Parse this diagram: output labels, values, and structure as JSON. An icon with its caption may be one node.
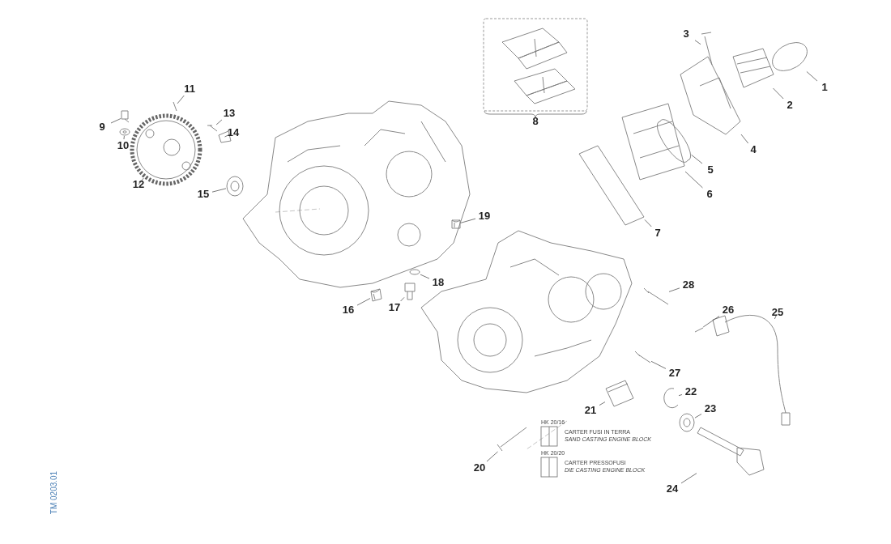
{
  "diagram": {
    "nodes": [
      {
        "text": [
          "1"
        ]
      },
      {
        "text": [
          "2"
        ]
      },
      {
        "text": [
          "3"
        ]
      },
      {
        "text": [
          "4"
        ]
      },
      {
        "text": [
          "5"
        ]
      },
      {
        "text": [
          "6"
        ]
      },
      {
        "text": [
          "7"
        ]
      },
      {
        "text": [
          "9"
        ]
      },
      {
        "text": [
          "10"
        ]
      },
      {
        "text": [
          "11"
        ]
      },
      {
        "text": [
          "12"
        ]
      },
      {
        "text": [
          "13"
        ]
      },
      {
        "text": [
          "14"
        ]
      },
      {
        "text": [
          "15"
        ]
      },
      {
        "text": [
          "16"
        ]
      },
      {
        "text": [
          "17"
        ]
      },
      {
        "text": [
          "18"
        ]
      },
      {
        "text": [
          "19"
        ]
      },
      {
        "text": [
          "20"
        ]
      },
      {
        "text": [
          "21"
        ]
      },
      {
        "text": [
          "22"
        ]
      },
      {
        "text": [
          "23"
        ]
      },
      {
        "text": [
          "24"
        ]
      },
      {
        "text": [
          "25"
        ]
      },
      {
        "text": [
          "26"
        ]
      },
      {
        "text": [
          "27"
        ]
      },
      {
        "text": [
          "28"
        ]
      },
      {
        "text": [],
        "shape": "picture"
      },
      {
        "text": [],
        "shape": "picture"
      },
      {
        "text": [],
        "shape": "picture"
      },
      {
        "text": [],
        "shape": "picture"
      },
      {
        "text": [],
        "shape": "picture"
      },
      {
        "text": [],
        "shape": "picture"
      },
      {
        "text": [],
        "shape": "picture"
      },
      {
        "text": [],
        "shape": "picture"
      },
      {
        "text": [],
        "shape": "picture"
      },
      {
        "text": [],
        "shape": "picture"
      },
      {
        "text": [],
        "shape": "picture"
      },
      {
        "text": [],
        "shape": "picture"
      },
      {
        "text": [],
        "shape": "picture"
      },
      {
        "text": [],
        "shape": "picture"
      },
      {
        "text": [],
        "shape": "picture"
      },
      {
        "text": [],
        "shape": "picture"
      },
      {
        "text": [],
        "shape": "picture"
      },
      {
        "text": [],
        "shape": "picture"
      },
      {
        "text": [],
        "shape": "picture"
      },
      {
        "text": [],
        "shape": "picture"
      },
      {
        "text": [],
        "shape": "picture"
      },
      {
        "text": [],
        "shape": "picture"
      },
      {
        "text": [],
        "shape": "picture"
      },
      {
        "text": [],
        "shape": "picture"
      },
      {
        "text": [],
        "shape": "picture"
      },
      {
        "text": [],
        "shape": "picture"
      },
      {
        "text": [],
        "shape": "picture"
      }
    ],
    "edges": [
      {
        "from": 0,
        "to": 27,
        "arrow": "none"
      },
      {
        "from": 1,
        "to": 28,
        "arrow": "none"
      },
      {
        "from": 2,
        "to": 29,
        "arrow": "none"
      },
      {
        "from": 3,
        "to": 30,
        "arrow": "none"
      },
      {
        "from": 4,
        "to": 31,
        "arrow": "none"
      },
      {
        "from": 5,
        "to": 32,
        "arrow": "none"
      },
      {
        "from": 6,
        "to": 33,
        "arrow": "none"
      },
      {
        "from": 7,
        "to": 34,
        "arrow": "none"
      },
      {
        "from": 8,
        "to": 35,
        "arrow": "none"
      },
      {
        "from": 9,
        "to": 36,
        "arrow": "none"
      },
      {
        "from": 10,
        "to": 37,
        "arrow": "none"
      },
      {
        "from": 11,
        "to": 38,
        "arrow": "none"
      },
      {
        "from": 12,
        "to": 39,
        "arrow": "none"
      },
      {
        "from": 13,
        "to": 40,
        "arrow": "none"
      },
      {
        "from": 14,
        "to": 41,
        "arrow": "none"
      },
      {
        "from": 15,
        "to": 42,
        "arrow": "none"
      },
      {
        "from": 16,
        "to": 43,
        "arrow": "none"
      },
      {
        "from": 17,
        "to": 44,
        "arrow": "none"
      },
      {
        "from": 18,
        "to": 45,
        "arrow": "none"
      },
      {
        "from": 19,
        "to": 46,
        "arrow": "none"
      },
      {
        "from": 20,
        "to": 47,
        "arrow": "none"
      },
      {
        "from": 21,
        "to": 48,
        "arrow": "none"
      },
      {
        "from": 22,
        "to": 49,
        "arrow": "none"
      },
      {
        "from": 23,
        "to": 50,
        "arrow": "none"
      },
      {
        "from": 24,
        "to": 51,
        "arrow": "none"
      },
      {
        "from": 25,
        "to": 52,
        "arrow": "none"
      },
      {
        "from": 26,
        "to": 53,
        "arrow": "none"
      }
    ],
    "labels": [
      "8",
      "HK 20/16",
      "CARTER FUSI IN TERRA",
      "SAND CASTING ENGINE BLOCK",
      "HK 20/20",
      "CARTER PRESSOFUSI",
      "DIE CASTING ENGINE BLOCK",
      "TM 0203.01"
    ]
  }
}
